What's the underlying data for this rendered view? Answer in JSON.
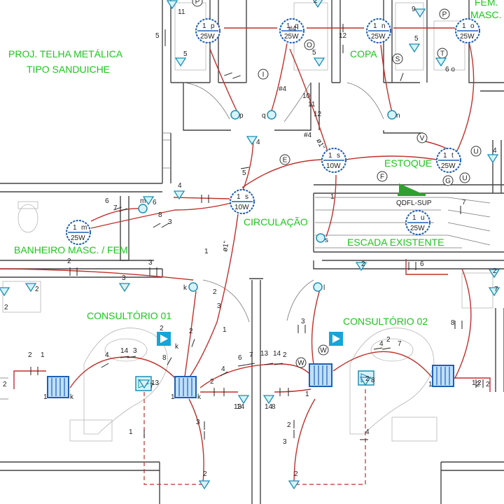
{
  "room_labels": [
    {
      "id": "proj1",
      "text": "PROJ.  TELHA METÁLICA"
    },
    {
      "id": "proj2",
      "text": "TIPO SANDUICHE"
    },
    {
      "id": "copa",
      "text": "COPA"
    },
    {
      "id": "fem",
      "text": "FEM."
    },
    {
      "id": "masc",
      "text": "MASC."
    },
    {
      "id": "estoque",
      "text": "ESTOQUE"
    },
    {
      "id": "circulacao",
      "text": "CIRCULAÇÃO"
    },
    {
      "id": "banheiro",
      "text": "BANHEIRO MASC. / FEM."
    },
    {
      "id": "escada",
      "text": "ESCADA EXISTENTE"
    },
    {
      "id": "consultorio1",
      "text": "CONSULTÓRIO 01"
    },
    {
      "id": "consultorio2",
      "text": "CONSULTÓRIO 02"
    }
  ],
  "lamps": [
    {
      "id": "lp",
      "circuit": "1",
      "letter": "p",
      "power": "25W"
    },
    {
      "id": "lq",
      "circuit": "1",
      "letter": "q",
      "power": "25W"
    },
    {
      "id": "ln",
      "circuit": "1",
      "letter": "n",
      "power": "25W"
    },
    {
      "id": "lo",
      "circuit": "1",
      "letter": "o",
      "power": "25W"
    },
    {
      "id": "ls1",
      "circuit": "1",
      "letter": "s",
      "power": "10W"
    },
    {
      "id": "lt",
      "circuit": "1",
      "letter": "t",
      "power": "25W"
    },
    {
      "id": "ls2",
      "circuit": "1",
      "letter": "s",
      "power": "10W"
    },
    {
      "id": "lm",
      "circuit": "1",
      "letter": "m",
      "power": "25W"
    },
    {
      "id": "lu",
      "circuit": "1",
      "letter": "u",
      "power": "25W"
    }
  ],
  "panel_label": "QDFL-SUP",
  "conduit_labels": [
    {
      "id": "c1",
      "text": "ø1\""
    },
    {
      "id": "c2",
      "text": "ø1\""
    }
  ],
  "switch_letters": [
    "p",
    "q",
    "n",
    "s",
    "m",
    "k",
    "l",
    "k"
  ],
  "circle_tags": [
    "P",
    "O",
    "I",
    "S",
    "T",
    "V",
    "U",
    "U",
    "G",
    "E",
    "F",
    "W",
    "W",
    "P"
  ],
  "fixture_numbers": [
    "2",
    "1",
    "k",
    "2",
    "7",
    "1",
    "k",
    "13",
    "14",
    "1",
    "8",
    "1",
    "2",
    "2"
  ],
  "outlet_numbers": [
    "11",
    "5",
    "2",
    "5",
    "9",
    "5",
    "6 o",
    "4",
    "4",
    "4",
    "6",
    "2",
    "2",
    "3",
    "2",
    "2",
    "7",
    "13",
    "14",
    "8",
    "2",
    "2",
    "2"
  ],
  "wire_marks": [
    "5",
    "12",
    "#4",
    "#4",
    "#4",
    "10",
    "11",
    "12",
    "1",
    "5",
    "6",
    "7",
    "8",
    "3",
    "2",
    "3",
    "2",
    "1",
    "4",
    "14",
    "3",
    "8",
    "2",
    "3",
    "4",
    "6",
    "7",
    "13",
    "14",
    "2",
    "3",
    "4",
    "2",
    "7",
    "8",
    "1",
    "2",
    "3",
    "2",
    "3",
    "1",
    "4",
    "6",
    "7",
    "1",
    "2",
    "1",
    "2"
  ]
}
